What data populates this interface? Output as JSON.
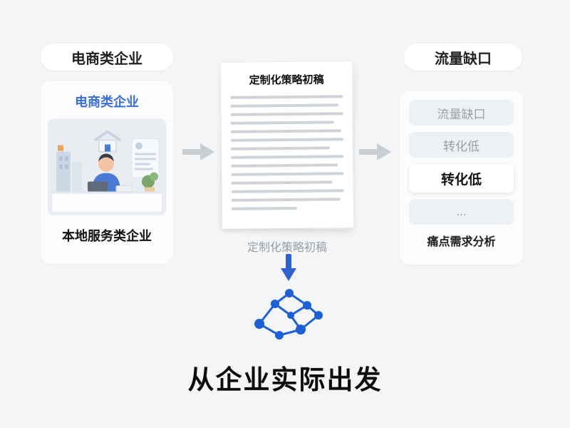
{
  "colors": {
    "background": "#f3f5f6",
    "accent_blue": "#2f62cf",
    "title_blue": "#3a6fd8",
    "arrow_gray": "#c9ced3",
    "text_dark": "#111111",
    "text_gray": "#9aa0a6"
  },
  "top_badges": {
    "left": "电商类企业",
    "right": "流量缺口"
  },
  "left_panel": {
    "title": "电商类企业",
    "caption": "本地服务类企业"
  },
  "document_panel": {
    "title": "定制化策略初稿",
    "caption": "定制化策略初稿"
  },
  "right_panel": {
    "items": [
      {
        "label": "流量缺口",
        "emphasis": false
      },
      {
        "label": "转化低",
        "emphasis": false
      },
      {
        "label": "转化低",
        "emphasis": true
      },
      {
        "label": "...",
        "emphasis": false
      }
    ],
    "caption": "痛点需求分析"
  },
  "footer": {
    "title": "从企业实际出发"
  },
  "icons": {
    "arrow_right": "arrow-right-icon",
    "arrow_down": "arrow-down-icon",
    "network": "network-graph-icon"
  }
}
